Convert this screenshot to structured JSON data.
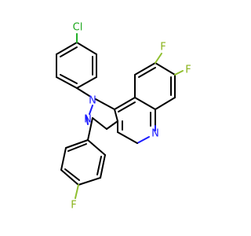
{
  "molecule": {
    "atom_labels": {
      "chlorine": "Cl",
      "n1": "N",
      "n2": "N",
      "n_quinoline": "N",
      "f_top": "F",
      "f_right": "F",
      "f_bottom": "F"
    },
    "element_colors": {
      "carbon": "#000000",
      "nitrogen": "#1c1cff",
      "fluorine": "#8ab31b",
      "chlorine": "#1ea81e"
    }
  }
}
